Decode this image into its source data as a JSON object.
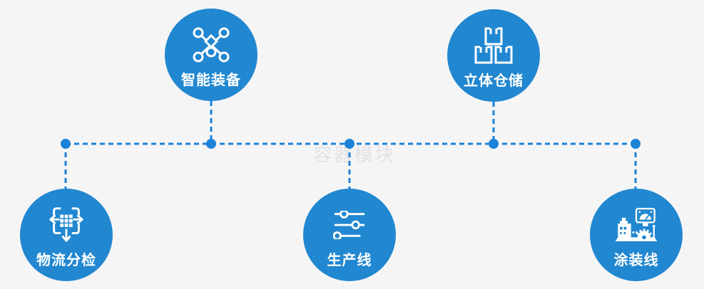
{
  "diagram": {
    "watermark": "容器模块",
    "colors": {
      "bg": "#f5f5f6",
      "circle": "#2187d0",
      "connector": "#1c82d8",
      "label": "#ffffff",
      "watermark_color": "#e2e2e5"
    },
    "nodes": [
      {
        "id": "smart-equipment",
        "label": "智能装备",
        "icon": "network-nodes-icon",
        "position": "top-left"
      },
      {
        "id": "stereo-warehouse",
        "label": "立体仓储",
        "icon": "stacked-boxes-icon",
        "position": "top-right"
      },
      {
        "id": "logistics-sorting",
        "label": "物流分检",
        "icon": "sorting-arrows-icon",
        "position": "bottom-left"
      },
      {
        "id": "production-line",
        "label": "生产线",
        "icon": "sliders-icon",
        "position": "bottom-center"
      },
      {
        "id": "painting-line",
        "label": "涂装线",
        "icon": "control-station-icon",
        "position": "bottom-right"
      }
    ]
  }
}
